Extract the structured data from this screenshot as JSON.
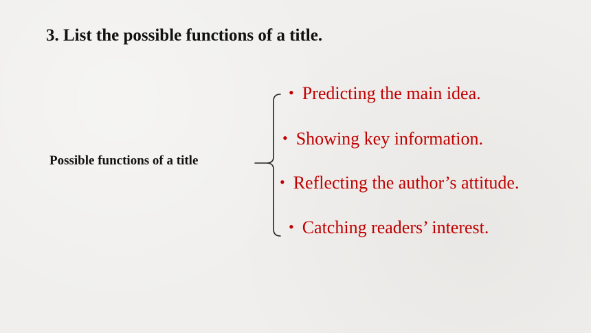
{
  "slide": {
    "heading": "3. List the possible functions of a title.",
    "topic_label": "Possible functions of a title",
    "points": [
      {
        "bullet": "•",
        "text": "Predicting the main idea."
      },
      {
        "bullet": "•",
        "text": "Showing key information."
      },
      {
        "bullet": "•",
        "text": "Reflecting the author’s attitude."
      },
      {
        "bullet": "•",
        "text": "Catching readers’ interest."
      }
    ]
  },
  "colors": {
    "heading_text": "#111111",
    "point_text": "#c00000",
    "brace_line": "#222222",
    "background": "#f0efed"
  }
}
